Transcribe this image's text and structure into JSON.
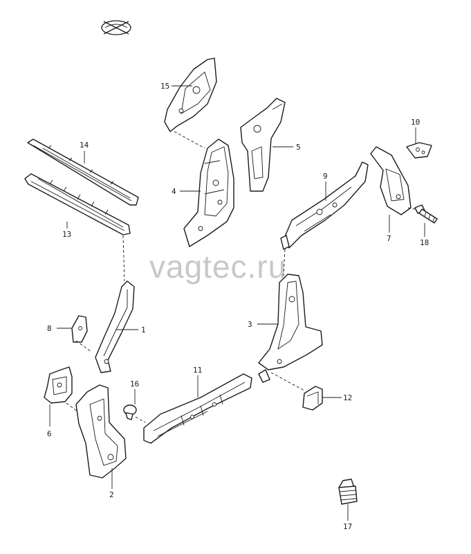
{
  "watermark": "vagtec.ru",
  "logo_icon": "vw-crossed-oval-icon",
  "callouts": {
    "p1": "1",
    "p2": "2",
    "p3": "3",
    "p4": "4",
    "p5": "5",
    "p6": "6",
    "p7": "7",
    "p8": "8",
    "p9": "9",
    "p10": "10",
    "p11": "11",
    "p12": "12",
    "p13": "13",
    "p14": "14",
    "p15": "15",
    "p16": "16",
    "p17": "17",
    "p18": "18"
  }
}
